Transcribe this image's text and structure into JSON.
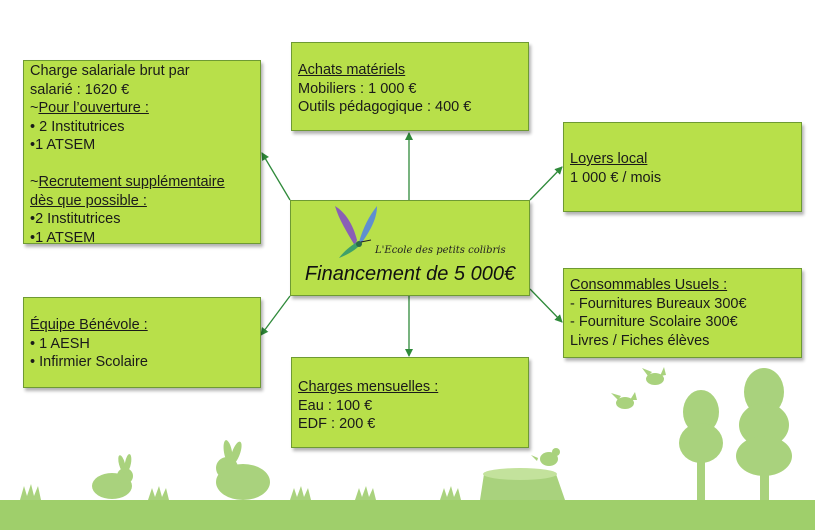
{
  "colors": {
    "box_fill": "#b8e04a",
    "box_border": "#6e9a33",
    "arrow": "#2f8a3a",
    "scenery": "#a9d27d",
    "ground": "#9fcf6b"
  },
  "center": {
    "logo_text": "L'Ecole des petits colibris",
    "title": "Financement de 5 000€"
  },
  "charges_salariales": {
    "lines": [
      "Charge salariale brut par",
      "salarié : 1620 €",
      "~",
      "Pour l’ouverture :",
      "• 2 Institutrices",
      "•1 ATSEM",
      "~",
      "Recrutement supplémentaire",
      "dès que possible :",
      "•2 Institutrices",
      "•1 ATSEM"
    ]
  },
  "achats": {
    "title": "Achats matériels",
    "lines": [
      "Mobiliers : 1 000 €",
      "Outils pédagogique : 400 €"
    ]
  },
  "loyers": {
    "title": "Loyers local",
    "lines": [
      "1 000 € / mois"
    ]
  },
  "consommables": {
    "title": "Consommables Usuels :",
    "lines": [
      "- Fournitures Bureaux 300€",
      "- Fourniture Scolaire 300€",
      "Livres / Fiches élèves"
    ]
  },
  "charges_mensuelles": {
    "title": "Charges mensuelles :",
    "lines": [
      "Eau : 100 €",
      "EDF : 200 €"
    ]
  },
  "benevoles": {
    "title": "Équipe Bénévole :",
    "lines": [
      "• 1 AESH",
      "• Infirmier Scolaire"
    ]
  }
}
